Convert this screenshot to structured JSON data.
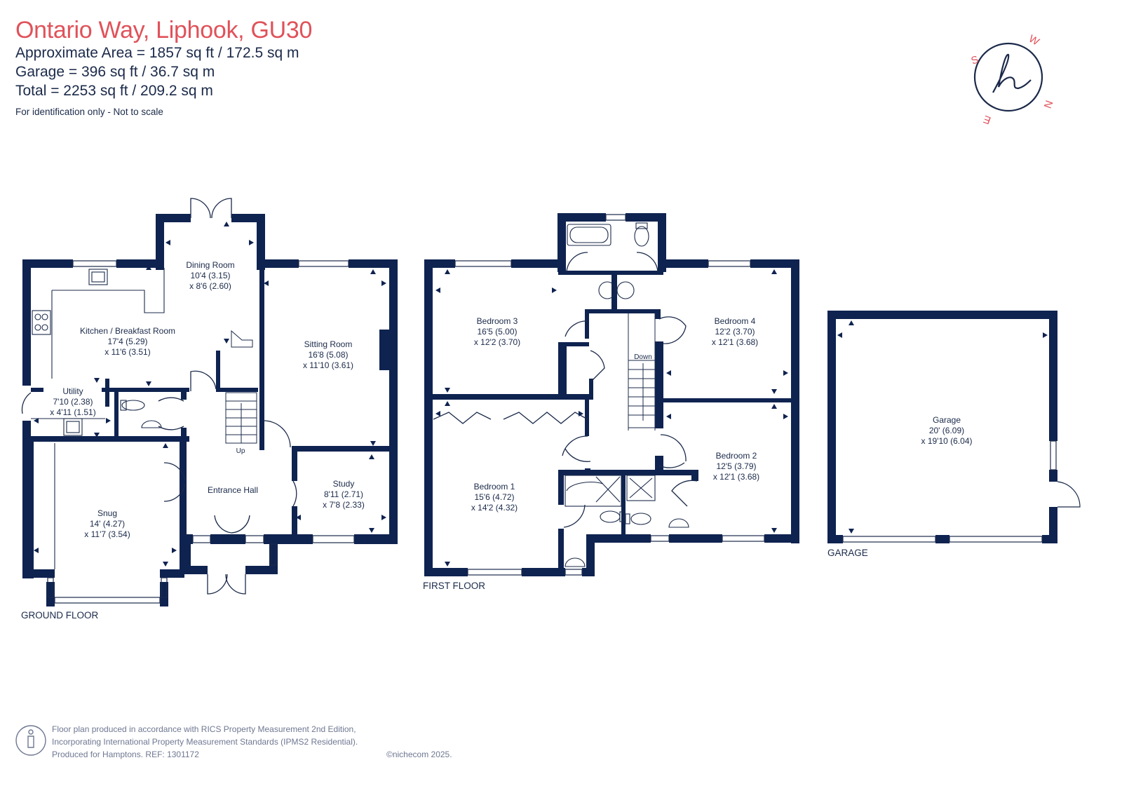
{
  "header": {
    "title": "Ontario Way, Liphook, GU30",
    "approximate_area": "Approximate Area = 1857 sq ft / 172.5 sq m",
    "garage_area": "Garage = 396 sq ft / 36.7 sq m",
    "total_area": "Total = 2253 sq ft / 209.2 sq m",
    "disclaimer": "For identification only - Not to scale"
  },
  "compass": {
    "letters": [
      "S",
      "W",
      "N",
      "E"
    ],
    "monogram": "h"
  },
  "floors": {
    "ground": {
      "label": "GROUND FLOOR",
      "rooms": {
        "dining": {
          "name": "Dining Room",
          "dim1": "10'4 (3.15)",
          "dim2": "x 8'6 (2.60)"
        },
        "kitchen": {
          "name": "Kitchen / Breakfast Room",
          "dim1": "17'4 (5.29)",
          "dim2": "x 11'6 (3.51)"
        },
        "sitting": {
          "name": "Sitting Room",
          "dim1": "16'8 (5.08)",
          "dim2": "x 11'10 (3.61)"
        },
        "utility": {
          "name": "Utility",
          "dim1": "7'10 (2.38)",
          "dim2": "x 4'11 (1.51)"
        },
        "snug": {
          "name": "Snug",
          "dim1": "14' (4.27)",
          "dim2": "x 11'7 (3.54)"
        },
        "hall": {
          "name": "Entrance Hall"
        },
        "study": {
          "name": "Study",
          "dim1": "8'11 (2.71)",
          "dim2": "x 7'8 (2.33)"
        }
      },
      "stairs_label": "Up"
    },
    "first": {
      "label": "FIRST FLOOR",
      "rooms": {
        "bed3": {
          "name": "Bedroom 3",
          "dim1": "16'5 (5.00)",
          "dim2": "x 12'2 (3.70)"
        },
        "bed4": {
          "name": "Bedroom 4",
          "dim1": "12'2 (3.70)",
          "dim2": "x 12'1 (3.68)"
        },
        "bed1": {
          "name": "Bedroom 1",
          "dim1": "15'6 (4.72)",
          "dim2": "x 14'2 (4.32)"
        },
        "bed2": {
          "name": "Bedroom 2",
          "dim1": "12'5 (3.79)",
          "dim2": "x 12'1 (3.68)"
        }
      },
      "stairs_label": "Down"
    },
    "garage": {
      "label": "GARAGE",
      "rooms": {
        "garage": {
          "name": "Garage",
          "dim1": "20' (6.09)",
          "dim2": "x 19'10 (6.04)"
        }
      }
    }
  },
  "footer": {
    "line1": "Floor plan produced in accordance with RICS Property Measurement 2nd Edition,",
    "line2": "Incorporating International Property Measurement Standards (IPMS2 Residential).",
    "line3": "Produced for Hamptons.   REF:  1301172",
    "copyright": "©nichecom 2025."
  },
  "colors": {
    "wall": "#0f2350",
    "accent": "#e0525a",
    "text": "#1b2a4a",
    "muted": "#6f7892"
  }
}
